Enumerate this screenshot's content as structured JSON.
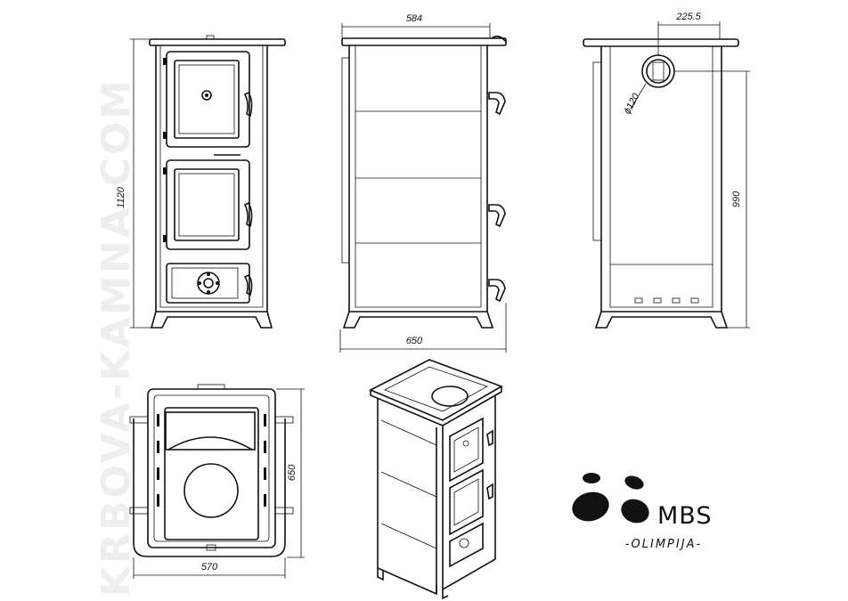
{
  "watermark": "KRBOVA-KAMNA.COM",
  "dimensions": {
    "front_height": "1120",
    "side_top_width": "584",
    "side_bottom_width": "650",
    "rear_flue_offset": "225.5",
    "rear_flue_diameter": "ϕ120",
    "rear_flue_height": "990",
    "top_depth": "650",
    "top_width": "570"
  },
  "brand": {
    "name": "MBS",
    "model": "-OLIMPIJA-"
  }
}
